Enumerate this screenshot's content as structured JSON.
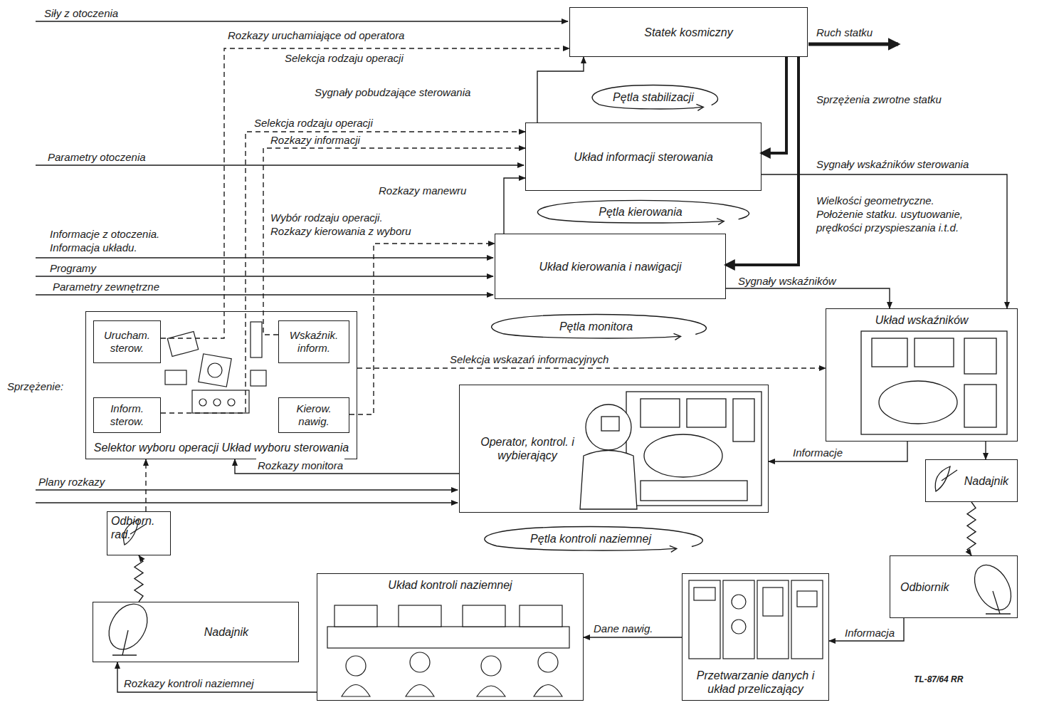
{
  "diagram": {
    "nodes": [
      {
        "text": [
          "Statek kosmiczny"
        ]
      },
      {
        "text": [
          "Układ informacji sterowania"
        ]
      },
      {
        "text": [
          "Układ kierowania i nawigacji"
        ]
      },
      {
        "text": [
          "Selektor wyboru operacji Układ wyboru sterowania"
        ]
      },
      {
        "text": [
          "Urucham. sterow."
        ],
        "in": 3
      },
      {
        "text": [
          "Wskaźnik. inform."
        ],
        "in": 3
      },
      {
        "text": [
          "Inform. sterow."
        ],
        "in": 3
      },
      {
        "text": [
          "Kierow. nawig."
        ],
        "in": 3
      },
      {
        "text": [
          "Operator, kontrol. i wybierający"
        ]
      },
      {
        "text": [
          "Układ wskaźników"
        ]
      },
      {
        "text": [
          "Nadajnik"
        ]
      },
      {
        "text": [
          "Odbiornik"
        ]
      },
      {
        "text": [
          "Odbiorn. rad."
        ]
      },
      {
        "text": [
          "Nadajnik"
        ]
      },
      {
        "text": [
          "Układ kontroli naziemnej"
        ]
      },
      {
        "text": [
          "Przetwarzanie danych i układ przeliczający"
        ]
      },
      {
        "text": [
          "Pętla stabilizacji"
        ]
      },
      {
        "text": [
          "Pętla kierowania"
        ]
      },
      {
        "text": [
          "Pętla monitora"
        ]
      },
      {
        "text": [
          "Pętla kontroli naziemnej"
        ]
      }
    ],
    "edges": [
      {
        "from": 4,
        "to": 0,
        "arrow": "to",
        "label": "Rozkazy uruchamiające od operatora"
      },
      {
        "from": 6,
        "to": 1,
        "arrow": "to",
        "label": "Selekcja rodzaju operacji"
      },
      {
        "from": 5,
        "to": 1,
        "arrow": "to",
        "label": "Rozkazy informacji"
      },
      {
        "from": 1,
        "to": 0,
        "arrow": "to",
        "label": "Sygnały pobudzające sterowania"
      },
      {
        "from": 2,
        "to": 1,
        "arrow": "to",
        "label": "Rozkazy manewru"
      },
      {
        "from": 7,
        "to": 2,
        "arrow": "to",
        "label": "Wybór rodzaju operacji. Rozkazy kierowania z wyboru"
      },
      {
        "from": 0,
        "to": 1,
        "arrow": "to",
        "label": "Sprzężenia zwrotne statku"
      },
      {
        "from": 0,
        "to": 2,
        "arrow": "to",
        "label": "Wielkości geometryczne. Położenie statku. usytuowanie, prędkości przyspieszania i.t.d."
      },
      {
        "from": 1,
        "to": 9,
        "arrow": "to",
        "label": "Sygnały wskaźników sterowania"
      },
      {
        "from": 2,
        "to": 9,
        "arrow": "to",
        "label": "Sygnały wskaźników"
      },
      {
        "from": 3,
        "to": 9,
        "arrow": "to",
        "label": "Selekcja wskazań informacyjnych"
      },
      {
        "from": 9,
        "to": 8,
        "arrow": "to",
        "label": "Informacje"
      },
      {
        "from": 9,
        "to": 10,
        "arrow": "to"
      },
      {
        "from": 10,
        "to": 11,
        "arrow": "to"
      },
      {
        "from": 11,
        "to": 15,
        "arrow": "to",
        "label": "Informacja"
      },
      {
        "from": 15,
        "to": 14,
        "arrow": "to",
        "label": "Dane nawig."
      },
      {
        "from": 14,
        "to": 13,
        "arrow": "to",
        "label": "Rozkazy kontroli naziemnej"
      },
      {
        "from": 13,
        "to": 12,
        "arrow": "to"
      },
      {
        "from": 12,
        "to": 3,
        "arrow": "to"
      },
      {
        "from": 8,
        "to": 3,
        "arrow": "to",
        "label": "Rozkazy monitora"
      }
    ],
    "labels": [
      "Siły z otoczenia",
      "Selekcja rodzaju operacji",
      "Parametry otoczenia",
      "Informacje z otoczenia. Informacja układu.",
      "Programy",
      "Parametry zewnętrzne",
      "Ruch statku",
      "Sprzężenie:",
      "Plany rozkazy",
      "TL-87/64 RR"
    ]
  }
}
